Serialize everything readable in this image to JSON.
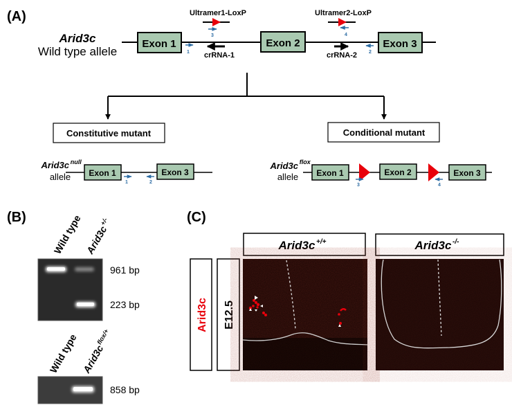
{
  "panels": {
    "A": {
      "label": "(A)",
      "gene": "Arid3c",
      "wt_allele_label": "Wild type allele",
      "ultramer1": "Ultramer1-LoxP",
      "ultramer2": "Ultramer2-LoxP",
      "exon1": "Exon 1",
      "exon2": "Exon 2",
      "exon3": "Exon 3",
      "crrna1": "crRNA-1",
      "crrna2": "crRNA-2",
      "primer1": "1",
      "primer2": "2",
      "primer3": "3",
      "primer4": "4",
      "constitutive": "Constitutive mutant",
      "conditional": "Conditional mutant",
      "null_gene": "Arid3c",
      "null_sup": "null",
      "null_allele": "allele",
      "flox_gene": "Arid3c",
      "flox_sup": "flox",
      "flox_allele": "allele"
    },
    "B": {
      "label": "(B)",
      "gel1": {
        "lane1": "Wild type",
        "lane2_gene": "Arid3c",
        "lane2_sup": "+/-",
        "band_top": "961 bp",
        "band_bottom": "223 bp"
      },
      "gel2": {
        "lane1": "Wild type",
        "lane2_gene": "Arid3c",
        "lane2_sup": "flox/+",
        "band": "858 bp"
      }
    },
    "C": {
      "label": "(C)",
      "col1_gene": "Arid3c",
      "col1_sup": "+/+",
      "col2_gene": "Arid3c",
      "col2_sup": "-/-",
      "row_marker": "Arid3c",
      "row_stage": "E12.5"
    }
  },
  "colors": {
    "exon_fill": "#a9c9b0",
    "loxp_red": "#e8000b",
    "primer_blue": "#2e6da4",
    "marker_red": "#e8000b",
    "tissue_bg": "#1a0604",
    "gel_bg": "#2a2a2a"
  }
}
